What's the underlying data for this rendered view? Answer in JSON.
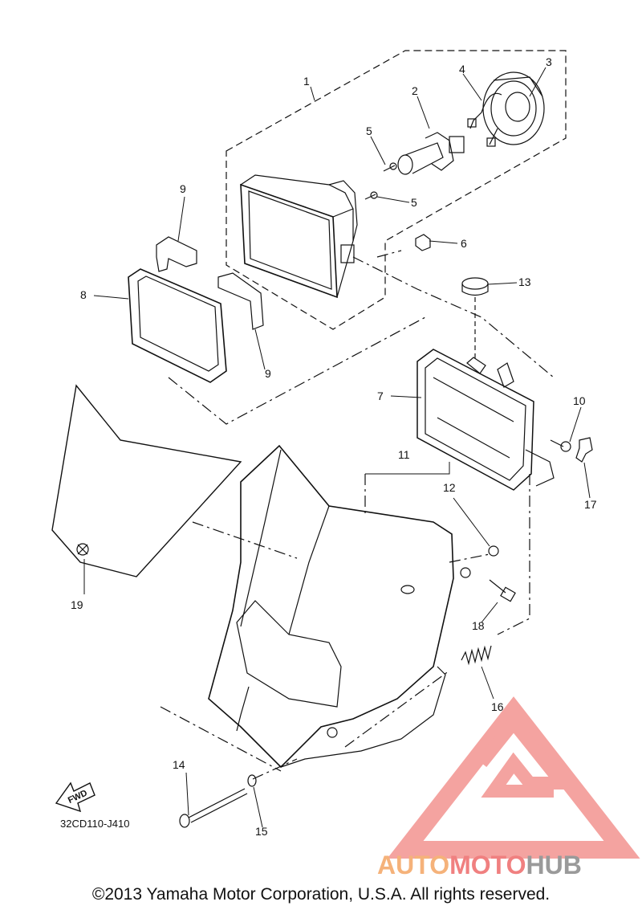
{
  "diagram": {
    "callouts": {
      "c1": "1",
      "c2": "2",
      "c3": "3",
      "c4": "4",
      "c5a": "5",
      "c5b": "5",
      "c6": "6",
      "c7": "7",
      "c8": "8",
      "c9a": "9",
      "c9b": "9",
      "c10": "10",
      "c11": "11",
      "c12": "12",
      "c13": "13",
      "c14": "14",
      "c15": "15",
      "c16": "16",
      "c17": "17",
      "c18": "18",
      "c19": "19"
    },
    "drawing_code": "32CD110-J410",
    "fwd_label": "FWD"
  },
  "watermark": {
    "part1": "AUTO",
    "part2": "MOTO",
    "part3": "HUB",
    "color_orange": "#f5b27a",
    "color_red": "#f08080",
    "color_dark": "#9a9a9a"
  },
  "footer": {
    "copyright": "©2013 Yamaha Motor Corporation, U.S.A. All rights reserved."
  }
}
